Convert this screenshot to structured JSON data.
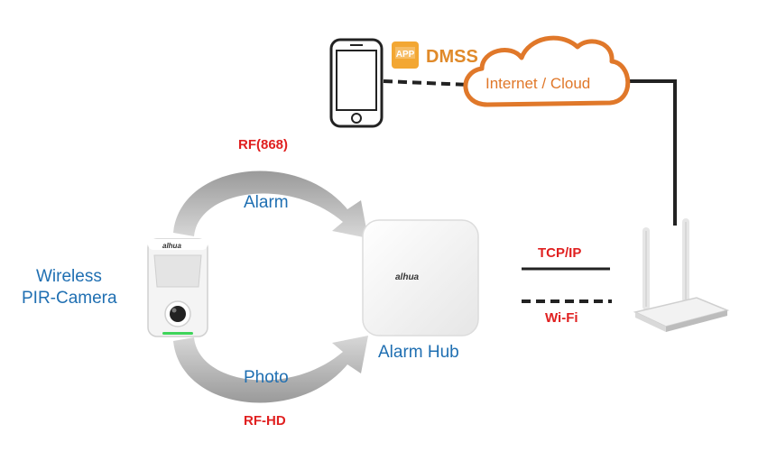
{
  "labels": {
    "dmss": "DMSS",
    "app_badge": "APP",
    "cloud": "Internet / Cloud",
    "rf868": "RF(868)",
    "alarm": "Alarm",
    "photo": "Photo",
    "rf_hd": "RF-HD",
    "camera_line1": "Wireless",
    "camera_line2": "PIR-Camera",
    "hub": "Alarm Hub",
    "hub_logo": "alhua",
    "camera_logo": "alhua",
    "tcpip": "TCP/IP",
    "wifi": "Wi-Fi"
  },
  "colors": {
    "link_text": "#1f6fb2",
    "protocol_text": "#e02020",
    "cloud_accent": "#e0782a",
    "arrow_gray": "#a8a8a8",
    "line": "#222222"
  },
  "icons": [
    "smartphone-icon",
    "app-icon",
    "cloud-icon",
    "pir-camera-icon",
    "alarm-hub-icon",
    "router-icon"
  ]
}
